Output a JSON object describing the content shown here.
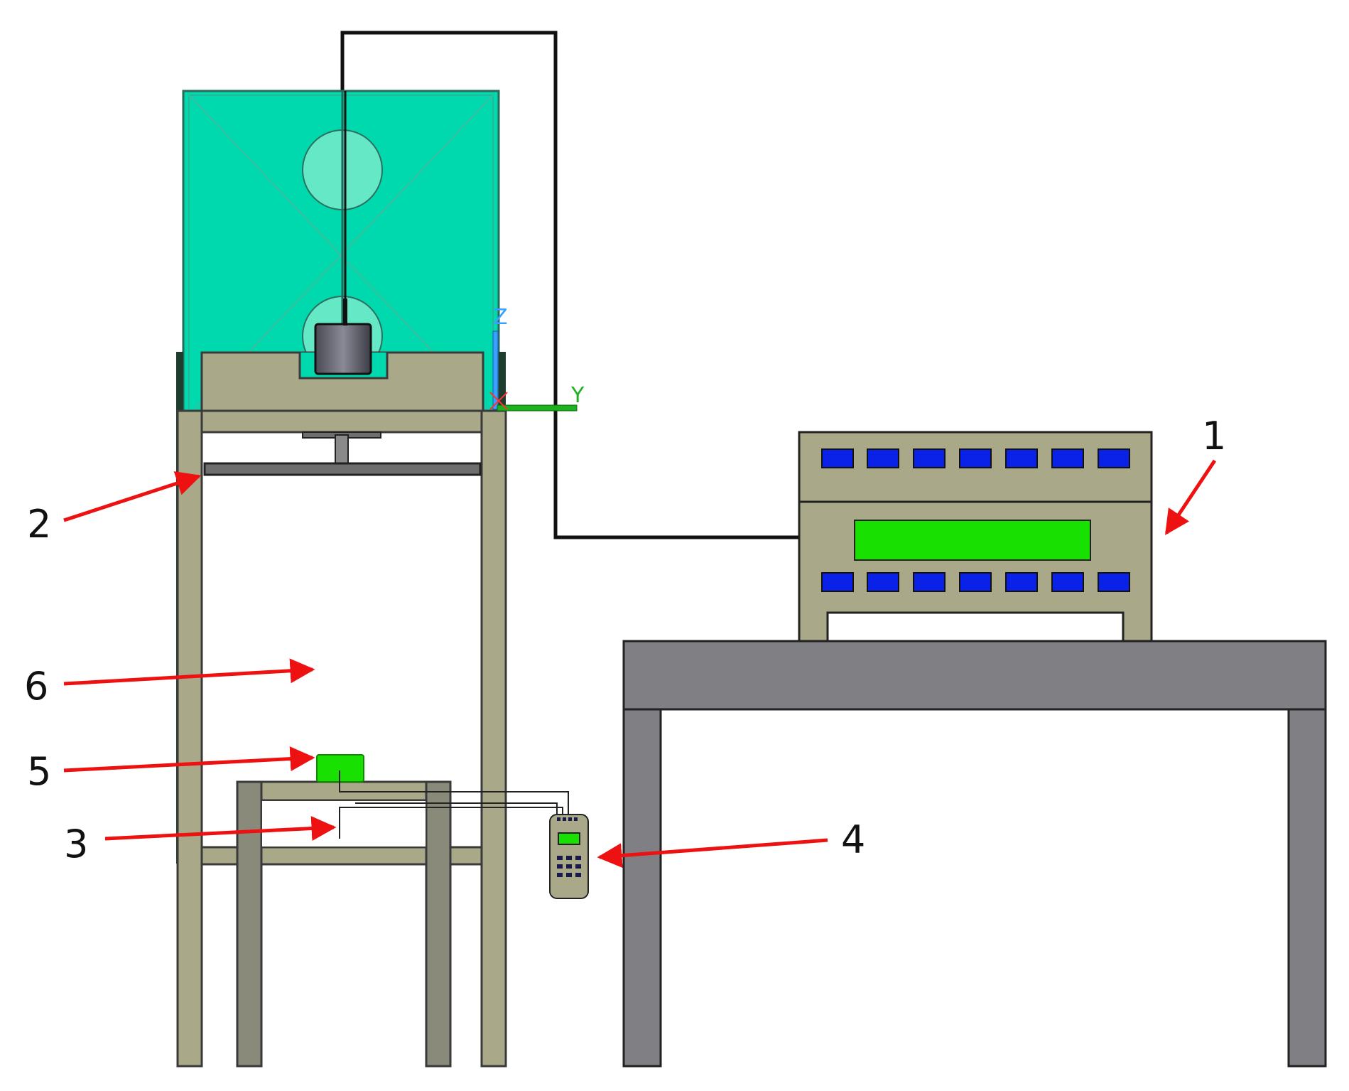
{
  "diagram": {
    "callouts": [
      {
        "id": "1",
        "label": "1"
      },
      {
        "id": "2",
        "label": "2"
      },
      {
        "id": "3",
        "label": "3"
      },
      {
        "id": "4",
        "label": "4"
      },
      {
        "id": "5",
        "label": "5"
      },
      {
        "id": "6",
        "label": "6"
      }
    ],
    "ucs_axes": {
      "z": "Z",
      "y": "Y",
      "x": "X"
    },
    "colors": {
      "enclosure": "#00d9ad",
      "frame": "#a9a98a",
      "frame_stroke": "#3a3a3a",
      "table": "#7f7f84",
      "display": "#18e000",
      "buttons": "#0a22e8",
      "arrow": "#ee1111",
      "cable": "#111111",
      "axis_z": "#3aa0ff",
      "axis_y": "#1fb01f",
      "axis_x": "#ff3030"
    }
  }
}
